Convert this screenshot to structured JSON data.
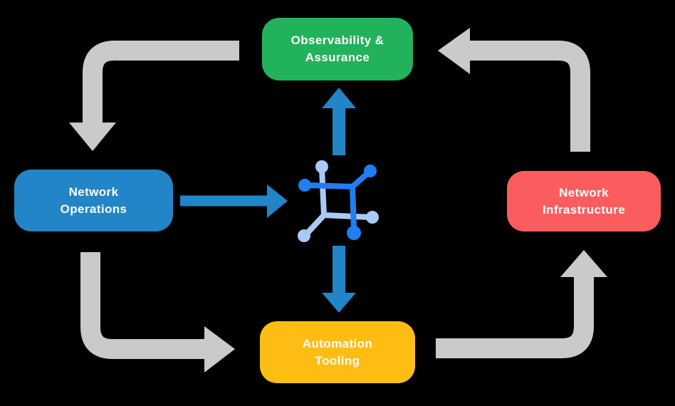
{
  "diagram": {
    "background_color": "#000000",
    "nodes": [
      {
        "id": "observability-assurance",
        "lines": [
          "Observability &",
          "Assurance"
        ],
        "color": "#22B25C",
        "text_color": "#FFFFFF"
      },
      {
        "id": "network-operations",
        "lines": [
          "Network",
          "Operations"
        ],
        "color": "#2185C7",
        "text_color": "#FFFFFF"
      },
      {
        "id": "network-infrastructure",
        "lines": [
          "Network",
          "Infrastructure"
        ],
        "color": "#FB5D5F",
        "text_color": "#FFFFFF"
      },
      {
        "id": "automation-tooling",
        "lines": [
          "Automation",
          "Tooling"
        ],
        "color": "#FDBD13",
        "text_color": "#FFFFFF"
      }
    ],
    "center_icon": {
      "name": "network-platform-icon",
      "primary_color": "#1F7FF0",
      "secondary_color": "#A9CAF7"
    },
    "arrow_colors": {
      "gray": "#CACACA",
      "blue": "#2185C7"
    },
    "flows": [
      {
        "from": "observability-assurance",
        "to": "network-operations",
        "style": "gray"
      },
      {
        "from": "network-operations",
        "to": "automation-tooling",
        "style": "gray"
      },
      {
        "from": "automation-tooling",
        "to": "network-infrastructure",
        "style": "gray"
      },
      {
        "from": "network-infrastructure",
        "to": "observability-assurance",
        "style": "gray"
      },
      {
        "from": "network-operations",
        "to": "center-platform",
        "style": "blue"
      },
      {
        "from": "center-platform",
        "to": "observability-assurance",
        "style": "blue"
      },
      {
        "from": "center-platform",
        "to": "automation-tooling",
        "style": "blue"
      }
    ]
  }
}
